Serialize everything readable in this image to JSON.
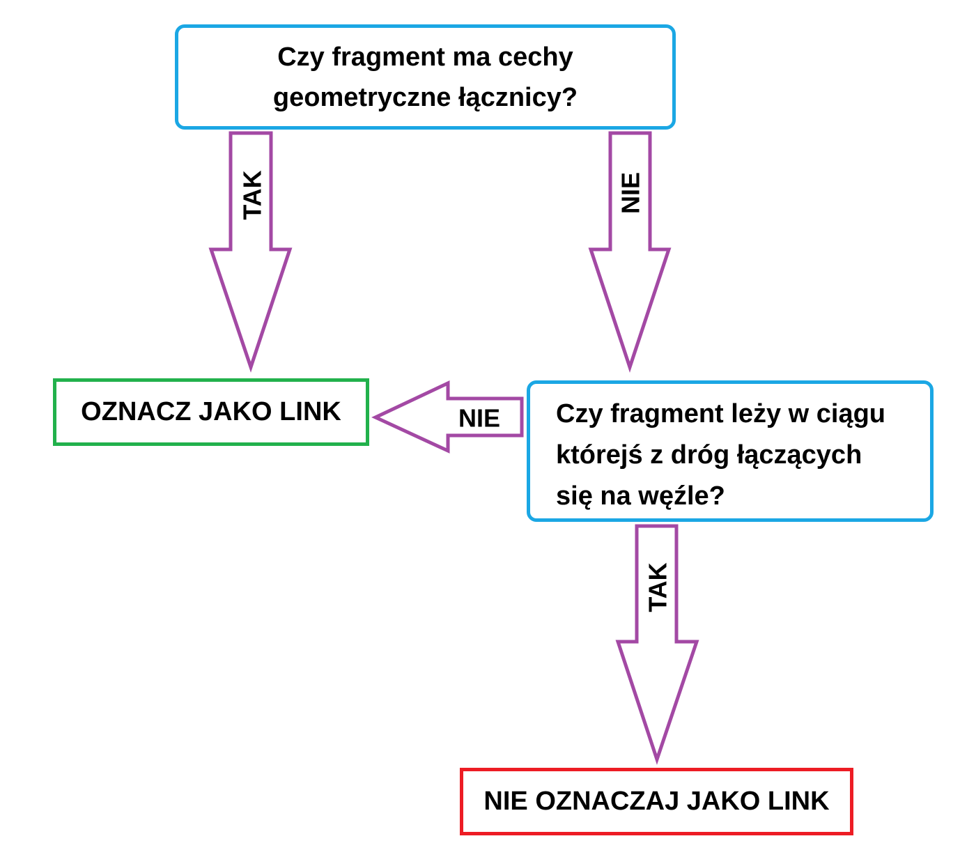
{
  "question_1": {
    "lines": [
      "Czy fragment ma cechy",
      "geometryczne łącznicy?"
    ]
  },
  "question_2": {
    "lines": [
      "Czy fragment leży w ciągu",
      "którejś z dróg łączących",
      "się na węźle?"
    ]
  },
  "outcomes": {
    "mark_link": "OZNACZ JAKO LINK",
    "do_not_mark_link": "NIE OZNACZAJ JAKO LINK"
  },
  "arrows": {
    "q1_yes": "TAK",
    "q1_no": "NIE",
    "q2_no": "NIE",
    "q2_yes": "TAK"
  },
  "colors": {
    "decision_border": "#1ba7e4",
    "positive_border": "#22b14c",
    "negative_border": "#ed1c24",
    "arrow_outline": "#a349a4"
  }
}
